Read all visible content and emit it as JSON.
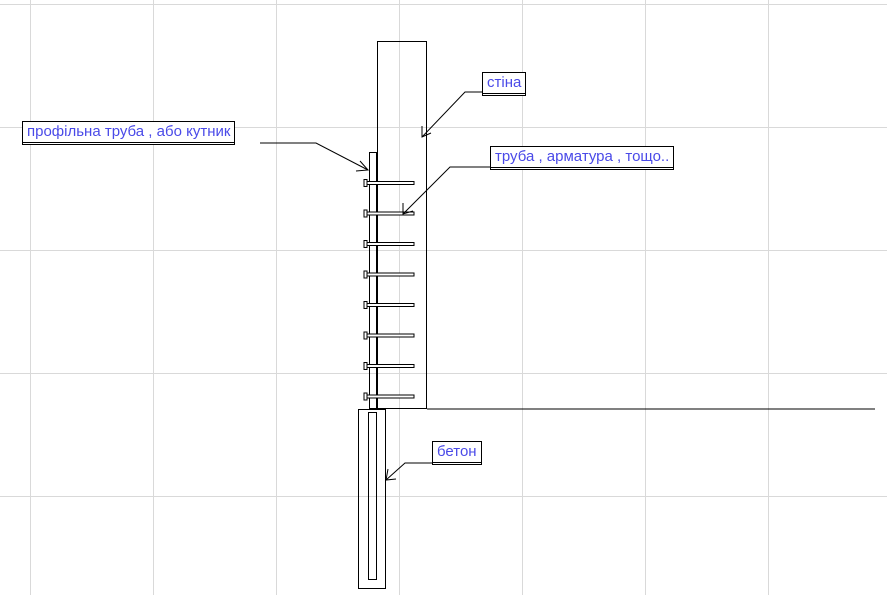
{
  "labels": {
    "wall": "стіна",
    "profile": "профільна труба , або кутник",
    "rebar": "труба , арматура , тощо..",
    "concrete": "бетон"
  },
  "colors": {
    "background": "#ffffff",
    "grid": "#d9d9d9",
    "lines": "#000000",
    "label_text": "#4a4ae8"
  },
  "rod_count": 8
}
